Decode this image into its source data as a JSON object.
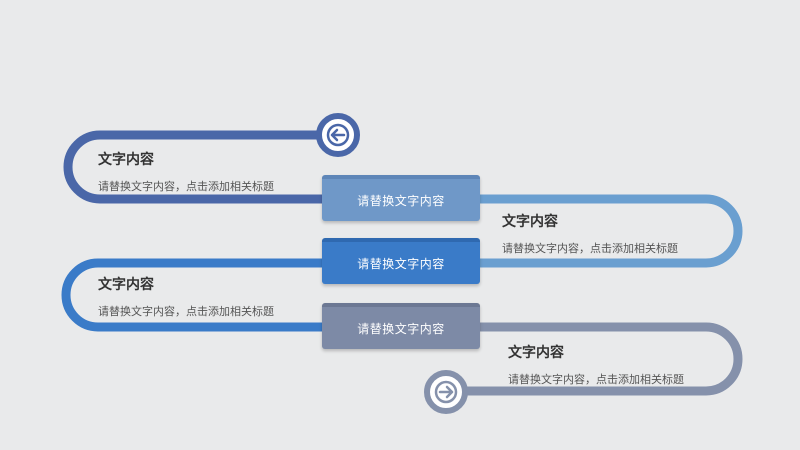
{
  "items": [
    {
      "title": "文字内容",
      "desc": "请替换文字内容，点击添加相关标题"
    },
    {
      "title": "文字内容",
      "desc": "请替换文字内容，点击添加相关标题"
    },
    {
      "title": "文字内容",
      "desc": "请替换文字内容，点击添加相关标题"
    },
    {
      "title": "文字内容",
      "desc": "请替换文字内容，点击添加相关标题"
    }
  ],
  "boxes": [
    {
      "label": "请替换文字内容"
    },
    {
      "label": "请替换文字内容"
    },
    {
      "label": "请替换文字内容"
    }
  ],
  "colors": {
    "background": "#e9eaeb",
    "track_segment_1": "#4a67a8",
    "track_segment_2": "#6a9fd0",
    "track_segment_3": "#3a7bc8",
    "track_segment_4": "#8591ab",
    "box_1": "#6f98c8",
    "box_2": "#3a7bc8",
    "box_3": "#7d8aa6"
  },
  "icons": {
    "start": "arrow-left-circle-icon",
    "end": "arrow-right-circle-icon"
  }
}
